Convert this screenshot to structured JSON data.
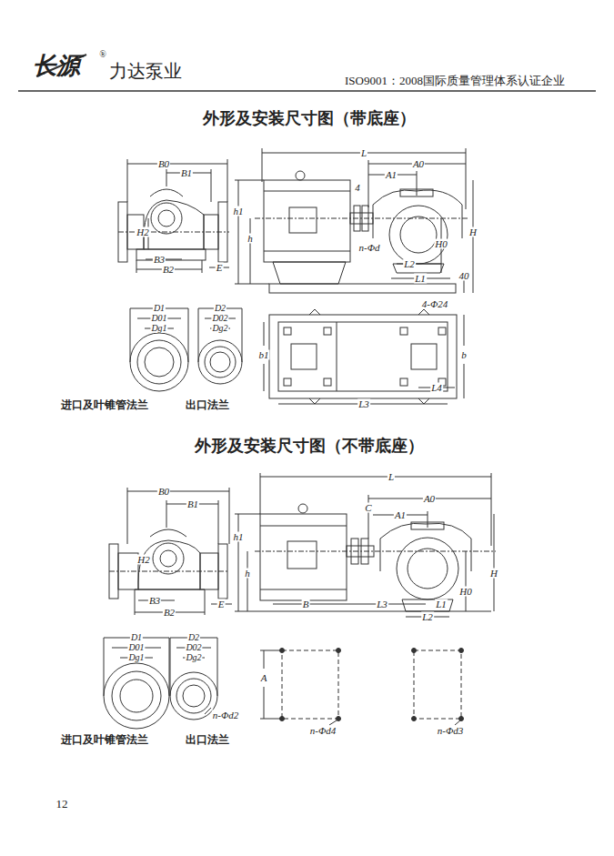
{
  "diagram": {
    "labels": [
      "长源",
      "®",
      "力达泵业",
      "ISO9001：2008国际质量管理体系认证企业",
      "外形及安装尺寸图（带底座）",
      "B0",
      "B1",
      "H2",
      "B3",
      "B2",
      "E",
      "L",
      "A0",
      "A1",
      "4",
      "h1",
      "h",
      "n-Φd",
      "L2",
      "H0",
      "H",
      "L1",
      "40",
      "4-Φ24",
      "b1",
      "b",
      "L3",
      "L4",
      "D1",
      "D01",
      "Dg1",
      "D2",
      "D02",
      "Dg2",
      "进口及叶锥管法兰",
      "出口法兰",
      "外形及安装尺寸图（不带底座）",
      "L",
      "B0",
      "B1",
      "C",
      "A0",
      "A1",
      "h1",
      "h",
      "H2",
      "H",
      "H0",
      "B3",
      "B2",
      "E",
      "B",
      "L3",
      "L1",
      "L2",
      "D1",
      "D01",
      "Dg1",
      "D2",
      "D02",
      "Dg2",
      "n-Φd2",
      "A",
      "n-Φd4",
      "n-Φd3",
      "进口及叶锥管法兰",
      "出口法兰",
      "12"
    ]
  }
}
